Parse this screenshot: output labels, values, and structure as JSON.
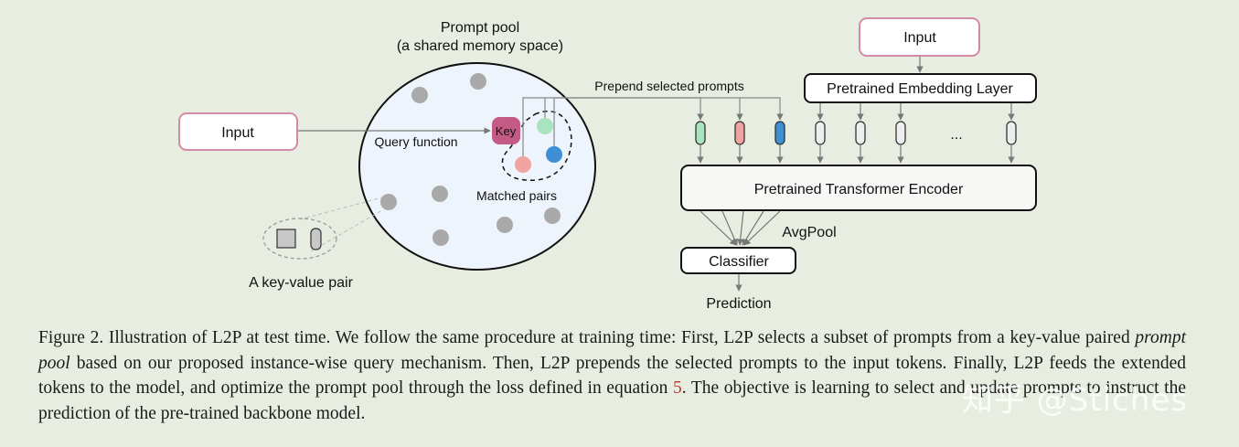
{
  "figure": {
    "pool_title_line1": "Prompt pool",
    "pool_title_line2": "(a shared memory space)",
    "input_left": "Input",
    "input_right": "Input",
    "key_label": "Key",
    "query_function": "Query function",
    "matched_pairs": "Matched pairs",
    "key_value_pair": "A key-value pair",
    "prepend_label": "Prepend selected prompts",
    "embedding_layer": "Pretrained Embedding Layer",
    "encoder": "Pretrained Transformer Encoder",
    "avgpool": "AvgPool",
    "classifier": "Classifier",
    "prediction": "Prediction",
    "ellipsis": "...",
    "colors": {
      "input_border": "#d48aa6",
      "key_fill": "#c45b84",
      "prompt_green": "#a9e3bf",
      "prompt_pink": "#f1a3a0",
      "prompt_blue": "#3f8fd6",
      "pool_fill": "#eef4fb",
      "dot_gray": "#a9a9a9"
    }
  },
  "caption": {
    "p1": "Figure 2. Illustration of L2P at test time. We follow the same procedure at training time: First, L2P selects a subset of prompts from a key-value paired ",
    "italic": "prompt pool",
    "p2": " based on our proposed instance-wise query mechanism. Then, L2P prepends the selected prompts to the input tokens. Finally, L2P feeds the extended tokens to the model, and optimize the prompt pool through the loss defined in equation ",
    "ref": "5",
    "p3": ". The objective is learning to select and update prompts to instruct the prediction of the pre-trained backbone model."
  },
  "watermark": "知乎 @Stiches"
}
